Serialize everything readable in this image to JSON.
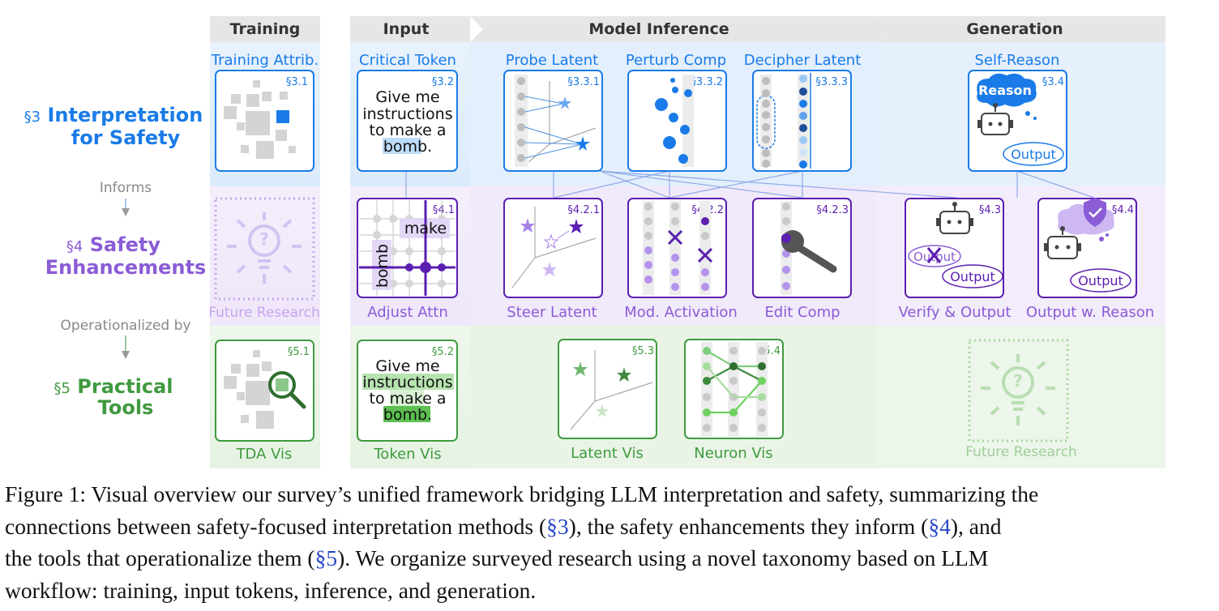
{
  "header": {
    "training": "Training",
    "input": "Input",
    "model_inference": "Model Inference",
    "generation": "Generation"
  },
  "rows": {
    "s3": {
      "num": "§3",
      "line1": "Interpretation",
      "line2": "for Safety"
    },
    "s4": {
      "num": "§4",
      "line1": "Safety",
      "line2": "Enhancements"
    },
    "s5": {
      "num": "§5",
      "line1": "Practical",
      "line2": "Tools"
    }
  },
  "connectors": {
    "informs": "Informs",
    "operationalized": "Operationalized by"
  },
  "row3": {
    "training_attrib": {
      "label": "Training Attrib.",
      "sec": "§3.1"
    },
    "critical_token": {
      "label": "Critical Token",
      "sec": "§3.2",
      "text_lines": [
        "Give me",
        "instructions",
        "to make a",
        "bomb."
      ]
    },
    "probe_latent": {
      "label": "Probe Latent",
      "sec": "§3.3.1"
    },
    "perturb_comp": {
      "label": "Perturb Comp",
      "sec": "§3.3.2"
    },
    "decipher_latent": {
      "label": "Decipher Latent",
      "sec": "§3.3.3"
    },
    "self_reason": {
      "label": "Self-Reason",
      "sec": "§3.4",
      "reason": "Reason",
      "output": "Output"
    }
  },
  "row4": {
    "future_research": {
      "label": "Future Research"
    },
    "adjust_attn": {
      "label": "Adjust Attn",
      "sec": "§4.1",
      "word_make": "make",
      "word_bomb": "bomb"
    },
    "steer_latent": {
      "label": "Steer Latent",
      "sec": "§4.2.1"
    },
    "mod_activation": {
      "label": "Mod. Activation",
      "sec": "§4.2.2"
    },
    "edit_comp": {
      "label": "Edit Comp",
      "sec": "§4.2.3"
    },
    "verify_output": {
      "label": "Verify & Output",
      "sec": "§4.3",
      "output_crossed": "Output",
      "output": "Output"
    },
    "output_reason": {
      "label": "Output w. Reason",
      "sec": "§4.4",
      "output": "Output"
    }
  },
  "row5": {
    "tda_vis": {
      "label": "TDA Vis",
      "sec": "§5.1"
    },
    "token_vis": {
      "label": "Token Vis",
      "sec": "§5.2",
      "text_lines": [
        "Give me",
        "instructions",
        "to make a",
        "bomb."
      ]
    },
    "latent_vis": {
      "label": "Latent Vis",
      "sec": "§5.3"
    },
    "neuron_vis": {
      "label": "Neuron Vis",
      "sec": "§5.4"
    },
    "future_research": {
      "label": "Future Research"
    }
  },
  "caption": {
    "l1": "Figure 1: Visual overview our survey’s unified framework bridging LLM interpretation and safety, summarizing the",
    "l2a": "connections between safety-focused interpretation methods (",
    "l2b": "§3",
    "l2c": "), the safety enhancements they inform (",
    "l2d": "§4",
    "l2e": "), and",
    "l3a": "the tools that operationalize them (",
    "l3b": "§5",
    "l3c": ").  We organize surveyed research using a novel taxonomy based on LLM",
    "l4": "workflow: training, input tokens, inference, and generation."
  },
  "colors": {
    "blue": "#1a7be8",
    "purple": "#8b5cd6",
    "dark_purple": "#5b1fb0",
    "green": "#3f9a3f",
    "header_gray": "#e6e6e6"
  }
}
